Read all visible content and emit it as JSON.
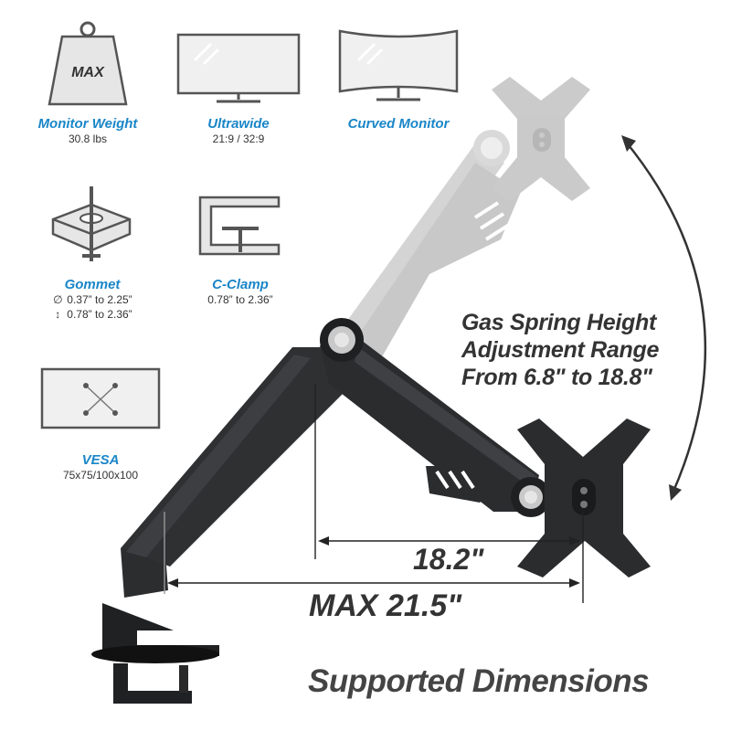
{
  "features": {
    "monitor_weight": {
      "icon_text": "MAX",
      "title": "Monitor Weight",
      "value": "30.8 lbs"
    },
    "ultrawide": {
      "title": "Ultrawide",
      "value": "21:9 / 32:9"
    },
    "curved": {
      "title": "Curved Monitor"
    },
    "grommet": {
      "title": "Gommet",
      "diameter": "0.37” to 2.25”",
      "thickness": "0.78” to 2.36”"
    },
    "c_clamp": {
      "title": "C-Clamp",
      "value": "0.78” to 2.36”"
    },
    "vesa": {
      "title": "VESA",
      "value": "75x75/100x100"
    }
  },
  "icons": {
    "weight": "weight-icon",
    "ultrawide": "ultrawide-monitor-icon",
    "curved": "curved-monitor-icon",
    "grommet": "grommet-mount-icon",
    "c_clamp": "c-clamp-icon",
    "vesa": "vesa-pattern-icon",
    "diameter": "diameter-icon",
    "height": "height-arrow-icon",
    "arc": "curved-double-arrow-icon"
  },
  "gas_spring": {
    "line1": "Gas Spring Height",
    "line2": "Adjustment Range",
    "line3": "From 6.8\" to 18.8\""
  },
  "dimensions": {
    "extension": "18.2\"",
    "max_reach": "MAX 21.5\""
  },
  "footer": "Supported Dimensions",
  "colors": {
    "accent": "#1a86c8",
    "text": "#333333",
    "arm": "#2e3032",
    "arm_ghost": "#c4c4c4"
  }
}
